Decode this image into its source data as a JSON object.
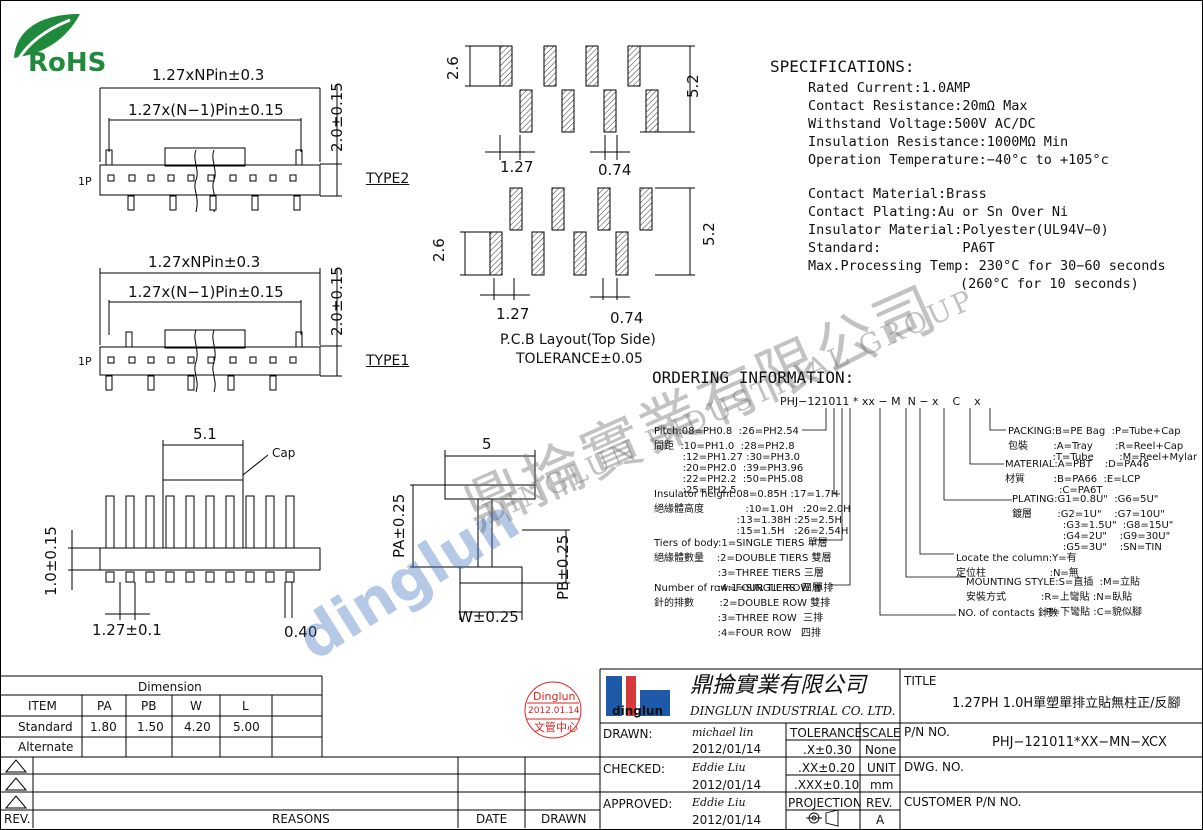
{
  "logo": {
    "text": "RoHS",
    "color": "#1f8a3c"
  },
  "type2": {
    "dim_total": "1.27xNPin±0.3",
    "dim_inner": "1.27x(N−1)Pin±0.15",
    "height": "2.0±0.15",
    "pin1": "1P",
    "label": "TYPE2"
  },
  "type1": {
    "dim_total": "1.27xNPin±0.3",
    "dim_inner": "1.27x(N−1)Pin±0.15",
    "height": "2.0±0.15",
    "pin1": "1P",
    "label": "TYPE1"
  },
  "side": {
    "width": "5.1",
    "cap": "Cap",
    "height": "1.0±0.15",
    "pitch": "1.27±0.1",
    "pin": "0.40"
  },
  "profile": {
    "top": "5",
    "pa": "PA±0.25",
    "pb": "PB±0.25",
    "w": "W±0.25"
  },
  "pcb": {
    "d1": "2.6",
    "d2": "5.2",
    "pitch": "1.27",
    "pad": "0.74",
    "d3": "2.6",
    "d4": "5.2",
    "pitch2": "1.27",
    "pad2": "0.74",
    "caption": "P.C.B Layout(Top Side)",
    "tolerance": "TOLERANCE±0.05"
  },
  "specs": {
    "heading": "SPECIFICATIONS:",
    "lines": [
      "Rated Current:1.0AMP",
      "Contact Resistance:20mΩ Max",
      "Withstand Voltage:500V AC/DC",
      "Insulation Resistance:1000MΩ Min",
      "Operation Temperature:−40°c to +105°c"
    ],
    "lines2": [
      "Contact Material:Brass",
      "Contact Plating:Au or Sn Over Ni",
      "Insulator Material:Polyester(UL94V−0)",
      "Standard:          PA6T",
      "Max.Processing Temp: 230°C for 30−60 seconds",
      "(260°C for 10 seconds)"
    ]
  },
  "ordering": {
    "heading": "ORDERING INFORMATION:",
    "code": "PHJ−121011 * xx − M  N − x    C    x",
    "packing": [
      "PACKING:B=PE Bag  :P=Tube+Cap",
      "包裝        :A=Tray       :R=Reel+Cap",
      "              :T=Tube        :M=Reel+Mylar"
    ],
    "material": [
      "MATERIAL:A=PBT    :D=PA46",
      "材質         :B=PA66  :E=LCP",
      "                 :C=PA6T"
    ],
    "plating": [
      "PLATING:G1=0.8U\"  :G6=5U\"",
      "鍍層        :G2=1U\"    :G7=10U\"",
      "                :G3=1.5U\"  :G8=15U\"",
      "                :G4=2U\"    :G9=30U\"",
      "                :G5=3U\"    :SN=TIN"
    ],
    "column": [
      "Locate the column:Y=有",
      "定位柱                    :N=無"
    ],
    "mounting": [
      "MOUNTING STYLE:S=直插  :M=立貼",
      "安裝方式           :R=上彎貼 :N=臥貼",
      "                        :P=下彎貼 :C=貌似腳"
    ],
    "contacts": "NO. of contacts 針數",
    "pitch": [
      "Pitch:08=PH0.8  :26=PH2.54",
      "間距  :10=PH1.0  :28=PH2.8",
      "         :12=PH1.27 :30=PH3.0",
      "         :20=PH2.0  :39=PH3.96",
      "         :22=PH2.2  :50=PH5.08",
      "         :25=PH2.5"
    ],
    "insulator": [
      "Insulator height:08=0.85H :17=1.7H",
      "絕緣體高度             :10=1.0H   :20=2.0H",
      "                          :13=1.38H :25=2.5H",
      "                          :15=1.5H   :26=2.54H"
    ],
    "tiers": [
      "Tiers of body:1=SINGLE TIERS 單層",
      "絕緣體數量    :2=DOUBLE TIERS 雙層",
      "                    :3=THREE TIERS 三層",
      "                    :4=FOUR TIERS  四層"
    ],
    "rows": [
      "Number of row:1=SINGLE ROW 單排",
      "針的排數        :2=DOUBLE ROW 雙排",
      "                    :3=THREE ROW  三排",
      "                    :4=FOUR ROW   四排"
    ]
  },
  "watermark": {
    "cn": "鼎掄實業有限公司",
    "en": "DINGLUN INDUSTRIAL GROUP",
    "brand": "dinglun"
  },
  "dimension_table": {
    "title": "Dimension",
    "headers": [
      "ITEM",
      "PA",
      "PB",
      "W",
      "L"
    ],
    "rows": [
      [
        "Standard",
        "1.80",
        "1.50",
        "4.20",
        "5.00"
      ],
      [
        "Alternate",
        "",
        "",
        "",
        ""
      ]
    ]
  },
  "rev_table": {
    "rev": "REV.",
    "reasons": "REASONS",
    "date": "DATE",
    "drawn": "DRAWN"
  },
  "stamp": {
    "top": "Dinglun",
    "date": "2012.01.14",
    "bottom": "文管中心",
    "color": "#d22"
  },
  "company": {
    "cn": "鼎掄實業有限公司",
    "en": "DINGLUN INDUSTRIAL CO. LTD.",
    "logo": "dinglun"
  },
  "signoff": {
    "drawn_label": "DRAWN:",
    "drawn_name": "michael lin",
    "drawn_date": "2012/01/14",
    "checked_label": "CHECKED:",
    "checked_name": "Eddie Liu",
    "checked_date": "2012/01/14",
    "approved_label": "APPROVED:",
    "approved_name": "Eddie Liu",
    "approved_date": "2012/01/14"
  },
  "tolerance": {
    "label": "TOLERANCE",
    "scale_label": "SCALE",
    "t1": ".X±0.30",
    "t2": ".XX±0.20",
    "t3": ".XXX±0.10",
    "scale": "None",
    "unit_label": "UNIT",
    "unit": "mm",
    "projection": "PROJECTION",
    "rev_label": "REV.",
    "rev": "A"
  },
  "title_block": {
    "title_label": "TITLE",
    "title": "1.27PH 1.0H單塑單排立貼無柱正/反腳",
    "pn_label": "P/N NO.",
    "pn": "PHJ−121011*XX−MN−XCX",
    "dwg_label": "DWG. NO.",
    "customer_label": "CUSTOMER P/N NO."
  }
}
